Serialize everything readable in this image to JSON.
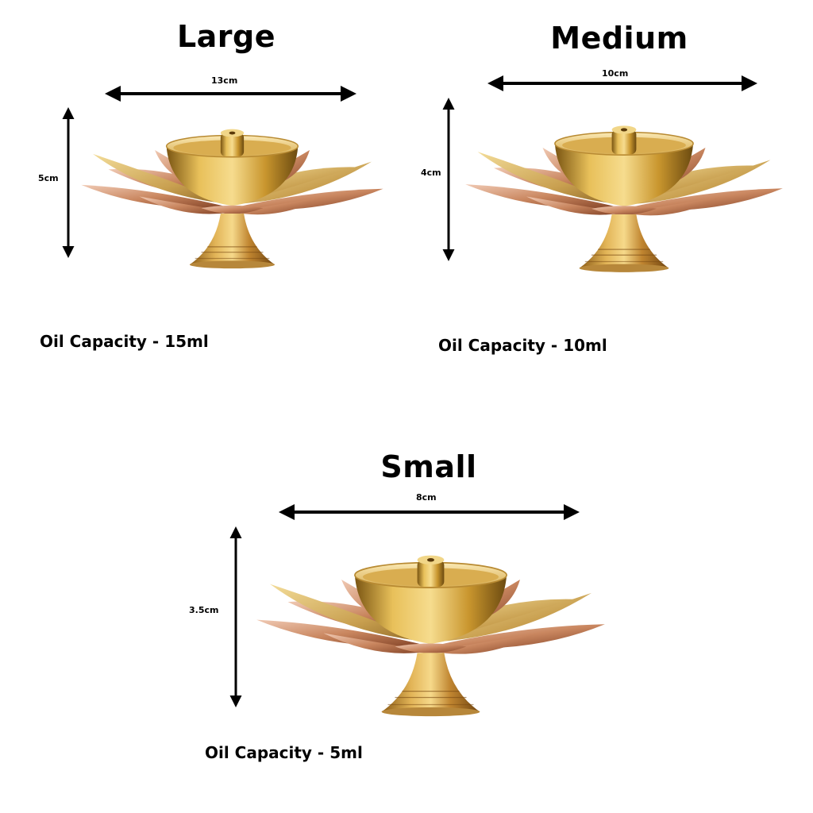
{
  "colors": {
    "brass_light": "#f3d98a",
    "brass": "#c9962e",
    "brass_dark": "#7a5512",
    "copper_light": "#e9b9a0",
    "copper": "#c07a56",
    "copper_dark": "#7e3e22",
    "arrow": "#000000"
  },
  "large": {
    "title": "Large",
    "width_label": "13cm",
    "height_label": "5cm",
    "capacity": "Oil Capacity - 15ml"
  },
  "medium": {
    "title": "Medium",
    "width_label": "10cm",
    "height_label": "4cm",
    "capacity": "Oil Capacity - 10ml"
  },
  "small": {
    "title": "Small",
    "width_label": "8cm",
    "height_label": "3.5cm",
    "capacity": "Oil Capacity - 5ml"
  }
}
